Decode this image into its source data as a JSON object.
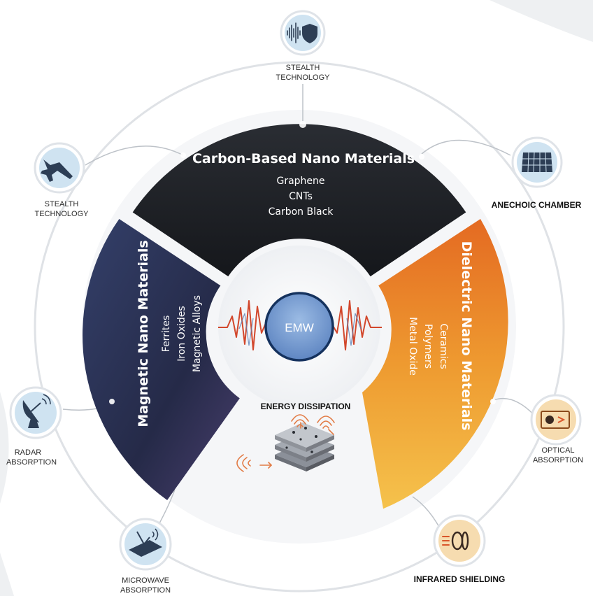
{
  "center": {
    "label": "EMW"
  },
  "energy": {
    "label": "ENERGY DISSIPATION"
  },
  "segments": {
    "carbon": {
      "title": "Carbon-Based Nano Materials",
      "items": [
        "Graphene",
        "CNTs",
        "Carbon Black"
      ]
    },
    "magnetic": {
      "title": "Magnetic Nano Materials",
      "items": [
        "Ferrites",
        "Iron Oxides",
        "Magnetic Alloys"
      ]
    },
    "dielectric": {
      "title": "Dielectric Nano Materials",
      "items": [
        "Ceramics",
        "Polymers",
        "Metal Oxide"
      ]
    }
  },
  "applications": {
    "top": {
      "lines": [
        "STEALTH",
        "TECHNOLOGY"
      ],
      "icon": "sound-wave-shield-icon"
    },
    "upper_left": {
      "lines": [
        "STEALTH",
        "TECHNOLOGY"
      ],
      "icon": "fighter-jet-icon"
    },
    "upper_right": {
      "lines": [
        "ANECHOIC CHAMBER"
      ],
      "icon": "anechoic-chamber-icon"
    },
    "right": {
      "lines": [
        "OPTICAL",
        "ABSORPTION"
      ],
      "icon": "optical-sensor-icon"
    },
    "bottom_right": {
      "lines": [
        "INFRARED SHIELDING"
      ],
      "icon": "infrared-coil-icon"
    },
    "bottom_left": {
      "lines": [
        "MICROWAVE",
        "ABSORPTION"
      ],
      "icon": "microwave-panel-icon"
    },
    "left": {
      "lines": [
        "RADAR",
        "ABSORPTION"
      ],
      "icon": "radar-dish-icon"
    }
  },
  "colors": {
    "carbon": "#1f2227",
    "magnetic": "#2a2f4e",
    "dielectric": "#e98a2a",
    "emw_fill": "#7ea3d6",
    "emw_ring": "#15325e"
  }
}
